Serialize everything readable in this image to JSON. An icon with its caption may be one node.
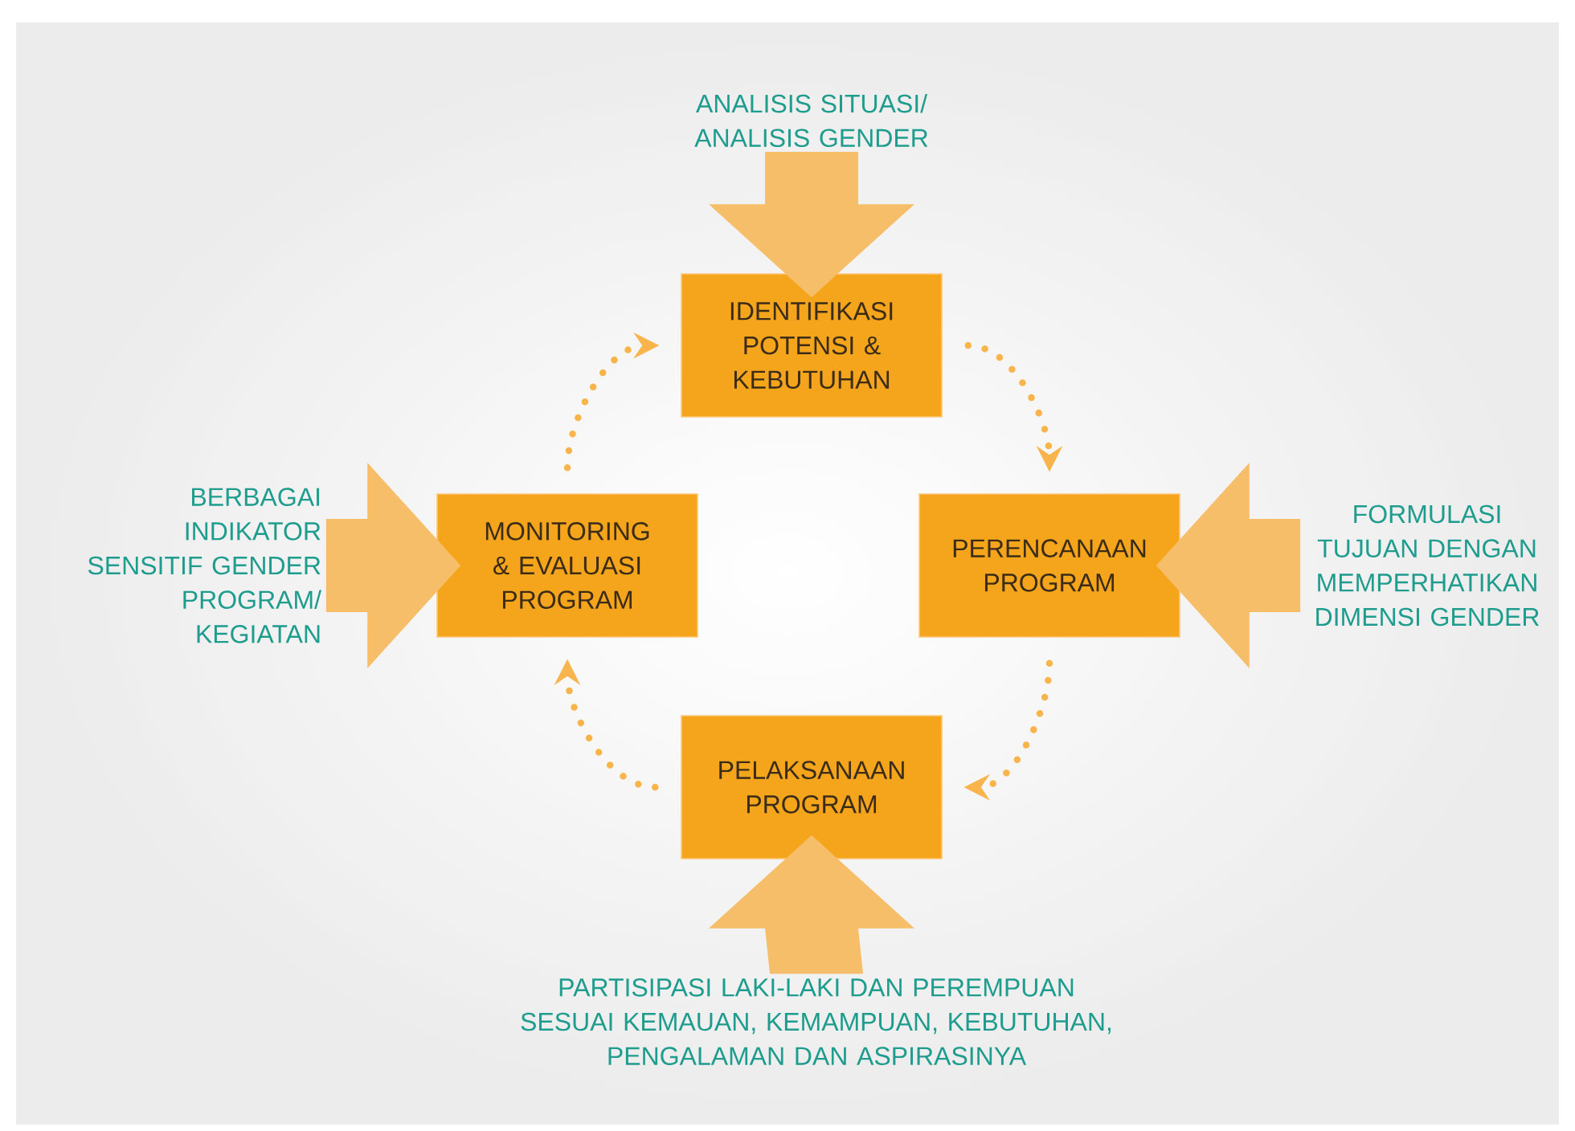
{
  "diagram": {
    "nodes": [
      {
        "text": [
          "ANALISIS SITUASI/ ANALISIS GENDER"
        ]
      },
      {
        "text": [
          "IDENTIFIKASI POTENSI & KEBUTUHAN"
        ]
      },
      {
        "text": [
          "BERBAGAI INDIKATOR SENSITIF GENDER PROGRAM/ KEGIATAN"
        ]
      },
      {
        "text": [
          "MONITORING & EVALUASI PROGRAM"
        ]
      },
      {
        "text": [
          "PERENCANAAN PROGRAM"
        ]
      },
      {
        "text": [
          "FORMULASI TUJUAN DENGAN MEMPERHATIKAN DIMENSI GENDER"
        ]
      },
      {
        "text": [
          "PELAKSANAAN PROGRAM"
        ]
      },
      {
        "text": [
          "PARTISIPASI LAKI-LAKI DAN PEREMPUAN SESUAI KEMAUAN, KEMAMPUAN, KEBUTUHAN, PENGALAMAN DAN ASPIRASINYA"
        ]
      }
    ],
    "edges": [
      {
        "from": 0,
        "to": 1,
        "arrow": "to",
        "style": "thick"
      },
      {
        "from": 2,
        "to": 3,
        "arrow": "to",
        "style": "thick"
      },
      {
        "from": 5,
        "to": 4,
        "arrow": "to",
        "style": "thick"
      },
      {
        "from": 7,
        "to": 6,
        "arrow": "to",
        "style": "thick"
      },
      {
        "from": 1,
        "to": 4,
        "arrow": "to",
        "style": "dashed"
      },
      {
        "from": 4,
        "to": 6,
        "arrow": "to",
        "style": "dashed"
      },
      {
        "from": 6,
        "to": 3,
        "arrow": "to",
        "style": "dashed"
      },
      {
        "from": 3,
        "to": 1,
        "arrow": "to",
        "style": "dashed"
      }
    ]
  }
}
